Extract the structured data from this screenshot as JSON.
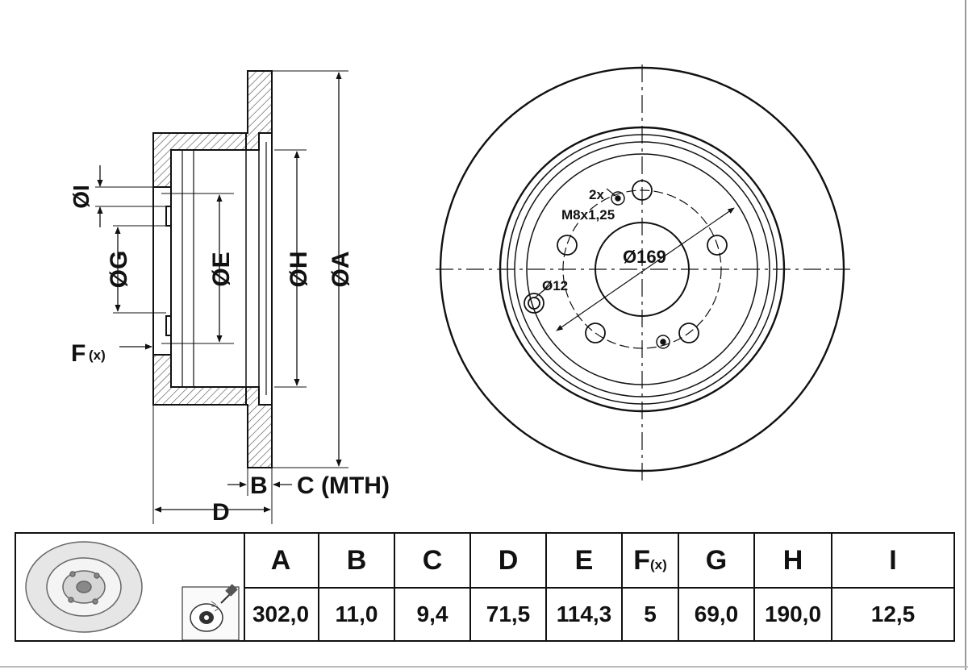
{
  "labels": {
    "dim_i": "ØI",
    "dim_g": "ØG",
    "dim_e": "ØE",
    "dim_h": "ØH",
    "dim_a": "ØA",
    "dim_f": "F",
    "dim_f_sub": "(x)",
    "dim_b": "B",
    "dim_c": "C (MTH)",
    "dim_d": "D",
    "center_bore": "Ø169",
    "bolt_hole": "Ø12",
    "thread_count": "2x",
    "thread_size": "M8x1,25"
  },
  "table": {
    "columns": [
      {
        "key": "A",
        "header": "A",
        "value": "302,0"
      },
      {
        "key": "B",
        "header": "B",
        "value": "11,0"
      },
      {
        "key": "C",
        "header": "C",
        "value": "9,4"
      },
      {
        "key": "D",
        "header": "D",
        "value": "71,5"
      },
      {
        "key": "E",
        "header": "E",
        "value": "114,3"
      },
      {
        "key": "F",
        "header": "F",
        "header_sub": "(x)",
        "value": "5"
      },
      {
        "key": "G",
        "header": "G",
        "value": "69,0"
      },
      {
        "key": "H",
        "header": "H",
        "value": "190,0"
      },
      {
        "key": "I",
        "header": "I",
        "value": "12,5"
      }
    ]
  },
  "colors": {
    "ink": "#111111",
    "hatch": "#555555",
    "background": "#ffffff"
  },
  "icons": [
    "brake-disc-thumbnail-icon",
    "disc-spray-icon"
  ]
}
